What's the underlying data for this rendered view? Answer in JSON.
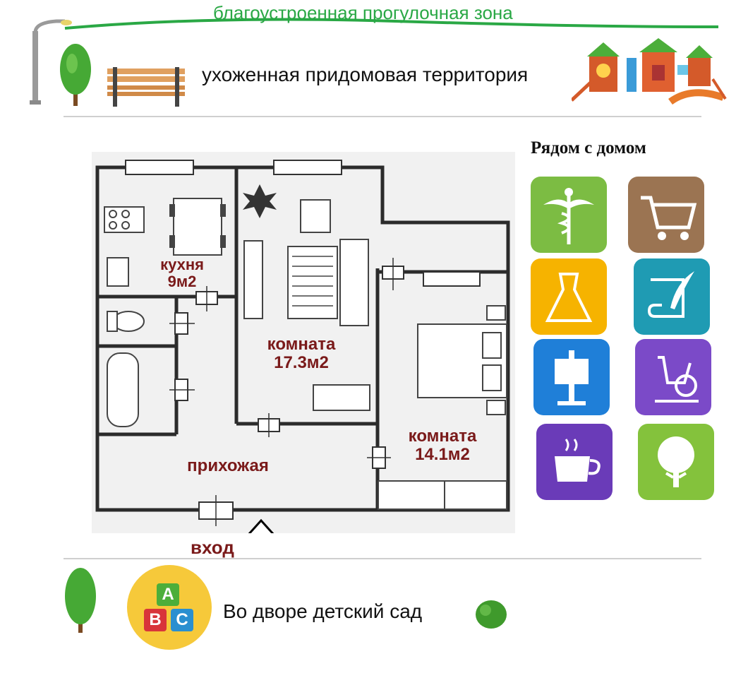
{
  "header": {
    "promenade": "благоустроенная прогулочная зона",
    "territory": "ухоженная придомовая территория"
  },
  "plan": {
    "kitchen": {
      "name": "кухня",
      "area": "9м2"
    },
    "room1": {
      "name": "комната",
      "area": "17.3м2"
    },
    "room2": {
      "name": "комната",
      "area": "14.1м2"
    },
    "hall": {
      "name": "прихожая"
    },
    "entrance": "вход"
  },
  "nearby": {
    "title": "Рядом с домом",
    "icons": [
      {
        "name": "medical-icon",
        "color": "#7cbc43"
      },
      {
        "name": "shopping-cart-icon",
        "color": "#9b7452"
      },
      {
        "name": "dress-icon",
        "color": "#f6b300"
      },
      {
        "name": "scroll-quill-icon",
        "color": "#1f9bb3"
      },
      {
        "name": "easel-icon",
        "color": "#1f7fd8"
      },
      {
        "name": "exercise-bike-icon",
        "color": "#7b4ac8"
      },
      {
        "name": "coffee-cup-icon",
        "color": "#6a3bb8"
      },
      {
        "name": "tree-icon",
        "color": "#84c23c"
      }
    ]
  },
  "footer": {
    "kindergarten": "Во дворе детский сад",
    "blocks": [
      "A",
      "B",
      "C"
    ]
  },
  "colors": {
    "label": "#7a1a1a",
    "green_text": "#2aa845",
    "wall": "#2b2b2b"
  }
}
